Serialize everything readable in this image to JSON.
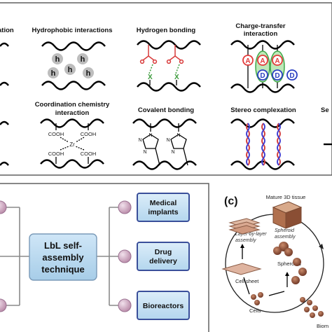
{
  "panel_top": {
    "row1": {
      "partial_left": "ation",
      "hydrophobic": "Hydrophobic interactions",
      "hydrogen": "Hydrogen bonding",
      "charge_transfer_line1": "Charge-transfer",
      "charge_transfer_line2": "interaction"
    },
    "row2": {
      "coordination_line1": "Coordination chemistry",
      "coordination_line2": "interaction",
      "covalent": "Covalent bonding",
      "stereo": "Stereo complexation",
      "partial_right": "Se"
    },
    "glyphs": {
      "h": "h",
      "acceptor": "A",
      "donor": "D",
      "hb_x": "X",
      "cooh": "COOH",
      "zr": "Zr",
      "n": "N"
    }
  },
  "panel_bottom_left": {
    "center_line1": "LbL self-",
    "center_line2": "assembly",
    "center_line3": "technique",
    "apps": [
      "Medical implants",
      "Drug delivery",
      "Bioreactors"
    ]
  },
  "panel_bottom_right": {
    "panel_label": "(c)",
    "mature": "Mature 3D tissue",
    "layer_line1": "Layer-by-layer",
    "layer_line2": "assembly",
    "spheroid_line1": "Spheroid",
    "spheroid_line2": "assembly",
    "spheroids": "Spheroids",
    "cell_sheet": "Cell sheet",
    "cells": "Cells",
    "biom": "Biom"
  },
  "colors": {
    "gray_bead": "#bdbdbd",
    "acceptor_red": "#e23a3a",
    "donor_blue": "#2a3fc2",
    "halo_green": "#3fa84a",
    "hbond_red": "#d83a3a",
    "xmark_green": "#3a9a3a",
    "stereo_red": "#d23a3a",
    "stereo_blue": "#3a3ad2",
    "node_pink": "#c9a3bb",
    "box_border": "#3a4f9a",
    "tissue": "#a06a4a"
  }
}
